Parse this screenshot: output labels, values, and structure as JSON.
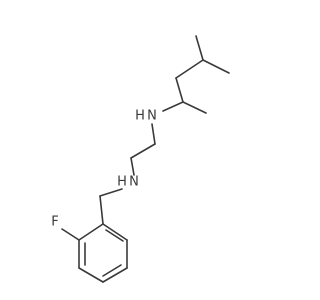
{
  "molecule": {
    "atoms": {
      "F": "F",
      "N_upper": "N",
      "H_upper": "H",
      "N_lower": "N",
      "H_lower": "H"
    }
  }
}
